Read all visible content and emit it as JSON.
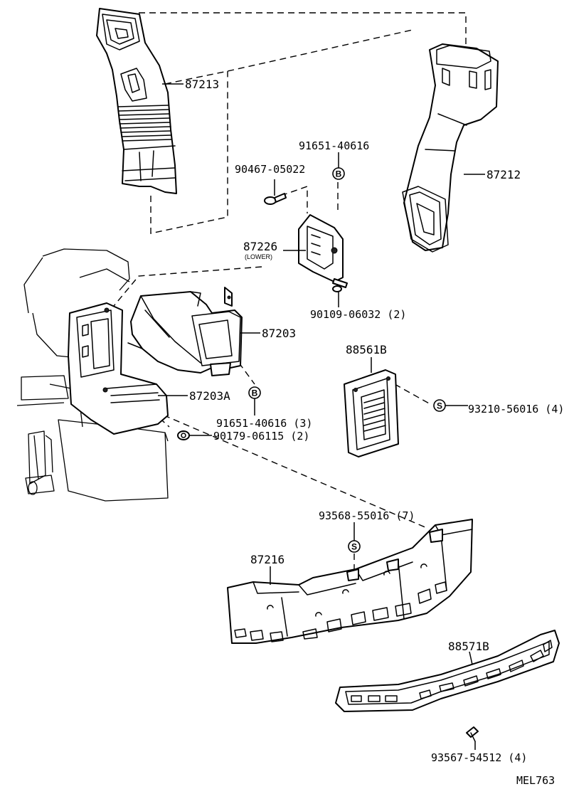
{
  "diagram_code": "MEL763",
  "parts": {
    "p87213": "87213",
    "p87212": "87212",
    "p91651_top": "91651-40616",
    "p90467": "90467-05022",
    "p87226": "87226",
    "p87226_note": "(LOWER)",
    "p87203": "87203",
    "p90109": "90109-06032 (2)",
    "p88561b": "88561B",
    "p87203a": "87203A",
    "p91651_mid": "91651-40616 (3)",
    "p90179": "90179-06115 (2)",
    "p93210": "93210-56016 (4)",
    "p93568": "93568-55016 (7)",
    "p87216": "87216",
    "p88571b": "88571B",
    "p93567": "93567-54512 (4)"
  },
  "symbols": {
    "b": "B",
    "s": "S"
  }
}
